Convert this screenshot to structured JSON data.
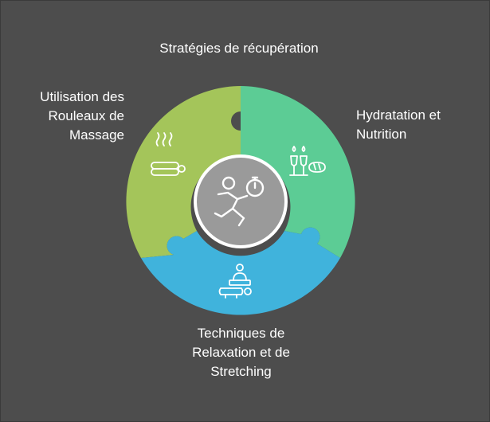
{
  "title": "Stratégies de récupération",
  "segments": {
    "left": {
      "lines": [
        "Utilisation des",
        "Rouleaux de",
        "Massage"
      ],
      "color": "#a4c55a",
      "icon": "massage-roller-icon"
    },
    "right": {
      "lines": [
        "Hydratation et",
        "Nutrition"
      ],
      "color": "#5ccc95",
      "icon": "hydration-nutrition-icon"
    },
    "bottom": {
      "lines": [
        "Techniques de",
        "Relaxation et de",
        "Stretching"
      ],
      "color": "#40b3dc",
      "icon": "stretching-relaxation-icon"
    }
  },
  "center": {
    "color": "#9a9a9a",
    "icon": "athlete-stopwatch-icon"
  }
}
